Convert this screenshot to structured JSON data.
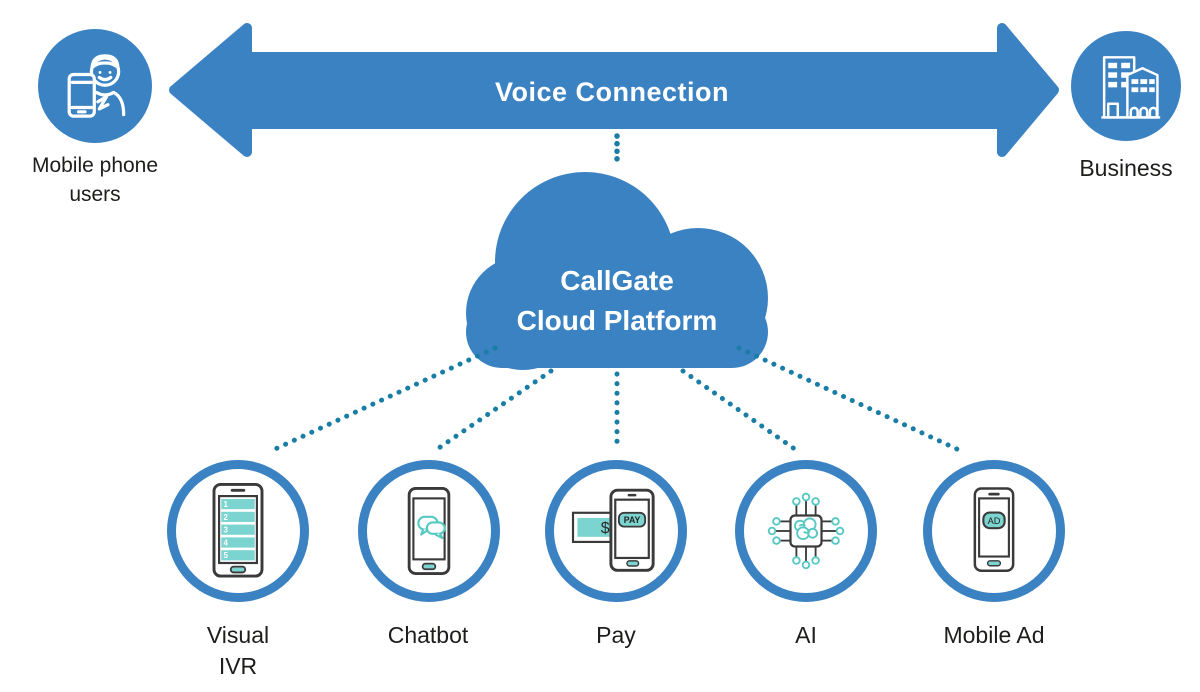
{
  "colors": {
    "primary_blue": "#3b82c3",
    "dot_teal": "#1a7da6",
    "icon_teal_fill": "#7bd4cf",
    "icon_teal_stroke": "#56c8c2",
    "icon_outline_dark": "#3a3a3a",
    "label_text": "#1d1d1b",
    "background": "#ffffff"
  },
  "connection": {
    "label": "Voice Connection"
  },
  "endpoints": {
    "left": {
      "line1": "Mobile phone",
      "line2": "users"
    },
    "right": {
      "label": "Business"
    }
  },
  "cloud": {
    "line1": "CallGate",
    "line2": "Cloud Platform"
  },
  "services": [
    {
      "label": "Visual",
      "label2": "IVR"
    },
    {
      "label": "Chatbot"
    },
    {
      "label": "Pay"
    },
    {
      "label": "AI"
    },
    {
      "label": "Mobile Ad"
    }
  ],
  "icon_texts": {
    "ivr_rows": [
      "1",
      "2",
      "3",
      "4",
      "5"
    ],
    "dollar": "$",
    "pay_button": "PAY",
    "ad_button": "AD"
  }
}
